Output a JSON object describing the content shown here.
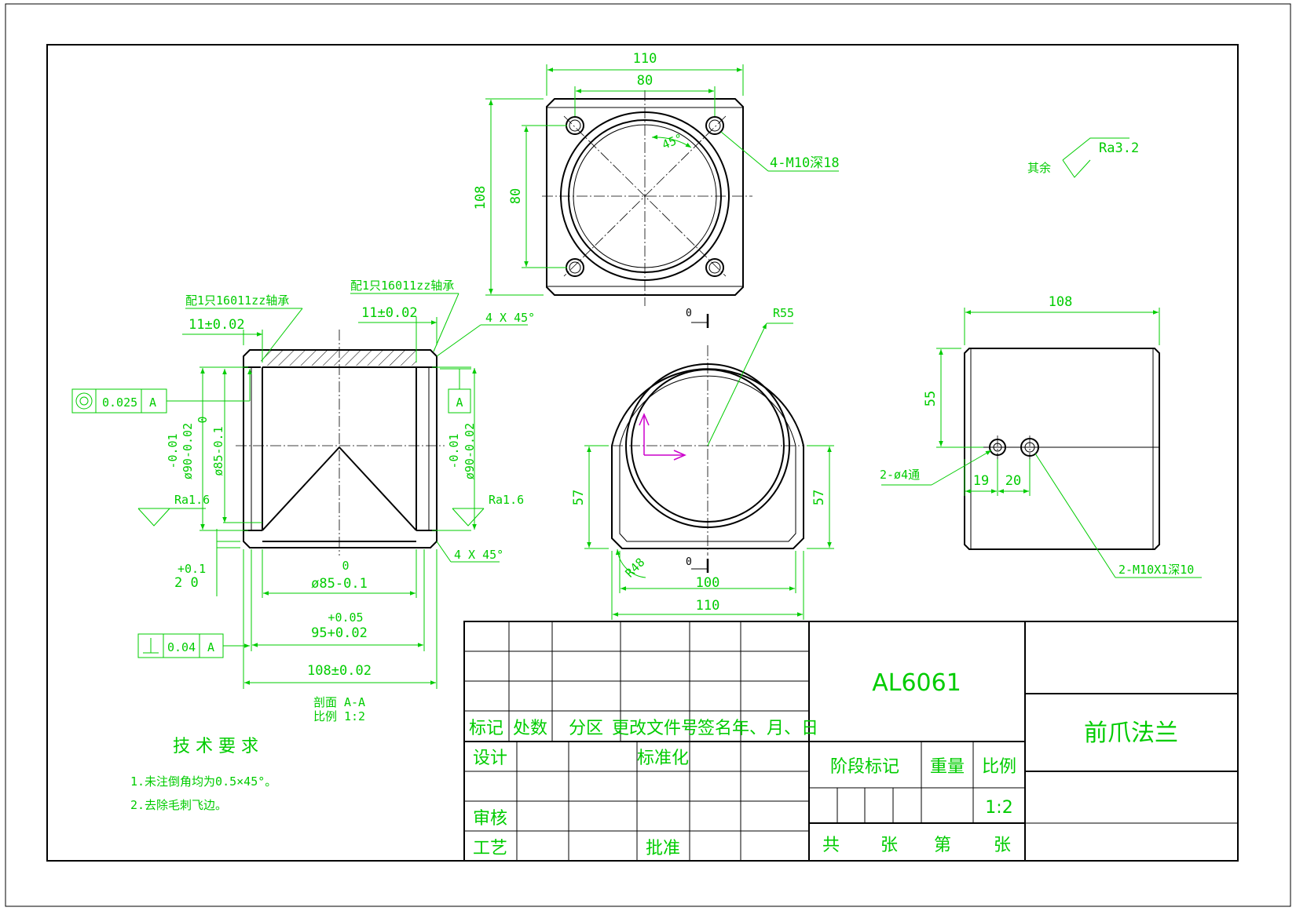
{
  "top_view": {
    "dim_width_outer": "110",
    "dim_width_holes": "80",
    "dim_height_outer": "108",
    "dim_height_holes": "80",
    "angle": "45°",
    "thread_callout": "4-M10深18"
  },
  "surface_note": {
    "prefix": "其余",
    "roughness": "Ra3.2"
  },
  "section_view": {
    "bearing_note_left": "配1只16011zz轴承",
    "bearing_note_right": "配1只16011zz轴承",
    "dim_seat_left": "11±0.02",
    "dim_seat_right": "11±0.02",
    "chamfer_top": "4 X 45°",
    "chamfer_bottom": "4 X 45°",
    "concentricity_value": "0.025",
    "concentricity_datum": "A",
    "datum_label": "A",
    "dia_left_tol_upper": "-0.01",
    "dia_left_tol_lower": "ø90-0.02",
    "dia_inner_upper": "0",
    "dia_inner_lower": "ø85-0.1",
    "dia_right_tol_upper": "-0.01",
    "dia_right_tol_lower": "ø90-0.02",
    "roughness_left": "Ra1.6",
    "roughness_right": "Ra1.6",
    "dim_20_upper": "+0.1",
    "dim_20_lower": "2 0",
    "dim_85_upper": "0",
    "dim_85_lower": "ø85-0.1",
    "dim_95_upper": "+0.05",
    "dim_95_lower": "95+0.02",
    "perpendicularity_value": "0.04",
    "perpendicularity_datum": "A",
    "dim_108": "108±0.02",
    "section_caption": "剖面 A-A",
    "scale_caption": "比例 1:2"
  },
  "front_view": {
    "radius": "R55",
    "dim_57_left": "57",
    "dim_57_right": "57",
    "dim_r48": "R48",
    "dim_100": "100",
    "dim_110": "110",
    "cut_top": "0",
    "cut_bottom": "0"
  },
  "side_view": {
    "dim_108": "108",
    "dim_55": "55",
    "holes_callout": "2-ø4通",
    "dim_19": "19",
    "dim_20": "20",
    "thread_callout": "2-M10X1深10"
  },
  "tech_requirements": {
    "title": "技 术 要 求",
    "item_1": "1.未注倒角均为0.5×45°。",
    "item_2": "2.去除毛刺飞边。"
  },
  "title_block": {
    "material": "AL6061",
    "part_name": "前爪法兰",
    "header_mark": "标记",
    "header_count": "处数",
    "header_zone": "分区",
    "header_doc": "更改文件号",
    "header_sign": "签名",
    "header_date": "年、月、日",
    "design": "设计",
    "standardize": "标准化",
    "review": "审核",
    "process": "工艺",
    "approve": "批准",
    "stage_mark": "阶段标记",
    "weight": "重量",
    "scale": "比例",
    "scale_value": "1:2",
    "total": "共",
    "sheet_unit_1": "张",
    "sheet_no": "第",
    "sheet_unit_2": "张"
  },
  "colors": {
    "outline": "#000000",
    "annotation": "#00cc00",
    "ucs_icon": "#cc00cc"
  }
}
